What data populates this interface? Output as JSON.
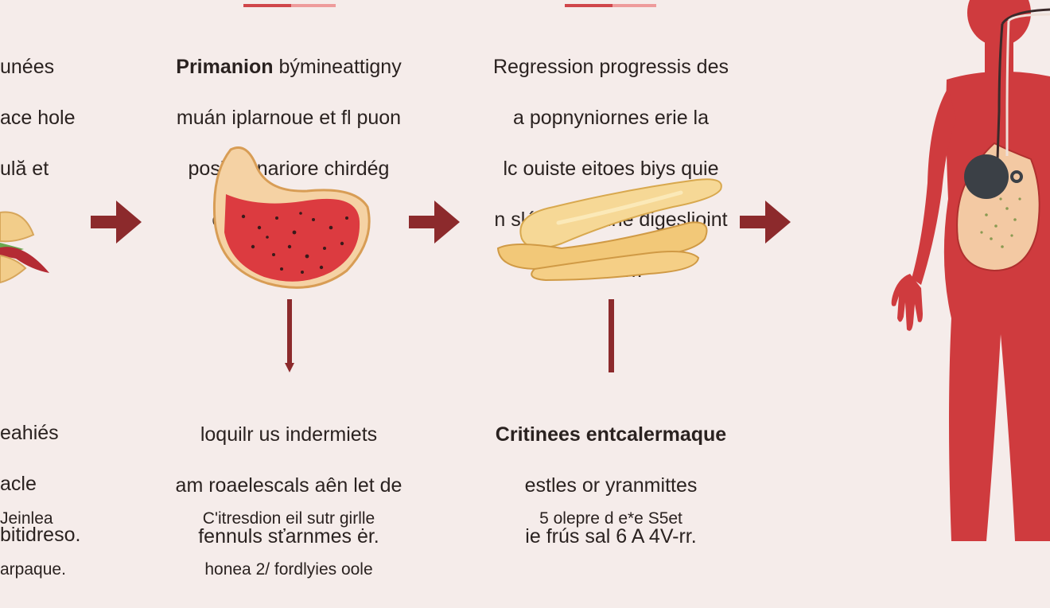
{
  "colors": {
    "background": "#f5ecea",
    "arrow": "#8c2a2c",
    "body": "#cf3b3e",
    "accent_line_dark": "#d0464a",
    "accent_line_light": "#ee9b9b"
  },
  "panels": [
    {
      "top_lines": [
        "unées",
        "ace hole",
        "ulă et",
        "e."
      ],
      "bottom_lines": [
        "eahiés",
        "acle",
        "bitidreso."
      ],
      "note_lines": [
        "Jeinlea",
        "arpaque."
      ],
      "icon": "sandwich-icon"
    },
    {
      "title": "Primanion",
      "top_first_rest": " býmineattigny",
      "top_lines": [
        "muán iplarnoue et fl puon",
        "posks enariore chirdég",
        "emie i ahoréères,"
      ],
      "bottom_lines": [
        "loquilr us indermiets",
        "am roaelescals aên let de",
        "fennuls sťarnmes ėr."
      ],
      "note_lines": [
        "C'itresdion eil sutr girlle",
        "honea 2/ fordlyies oole"
      ],
      "icon": "stomach-icon"
    },
    {
      "top_lines": [
        "Regression progressis des",
        "a popnyniornes erie la",
        "lc ouiste eitoes biys quie",
        "n slés nevertine digeslioint",
        "sestior."
      ],
      "bottom_title": "Critinees entcalermaque",
      "bottom_lines": [
        "estles or yranmittes",
        "ie frús sal 6 A 4V-rr."
      ],
      "note_lines": [
        "5 olepre d e*e S5et"
      ],
      "icon": "intestine-icon"
    }
  ],
  "figure": {
    "icon": "human-body-icon"
  }
}
